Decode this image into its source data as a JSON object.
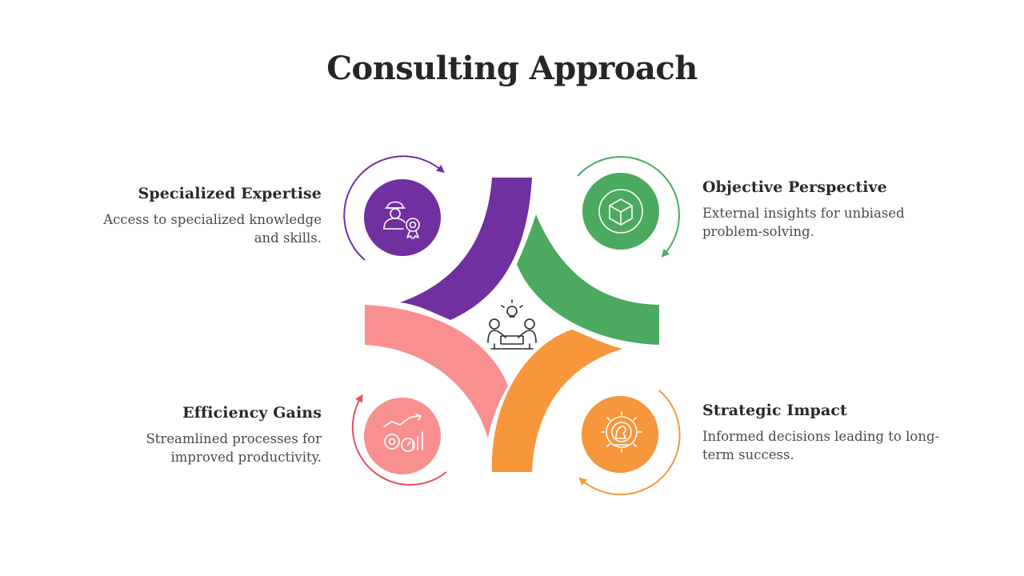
{
  "title": "Consulting Approach",
  "colors": {
    "purple": "#7030A0",
    "green": "#4CA960",
    "pink": "#F99090",
    "orange": "#F7963A",
    "arrow_red": "#E8505B"
  },
  "items": [
    {
      "title": "Specialized Expertise",
      "text": "Access to specialized knowledge and skills.",
      "icon": "engineer-gear-icon"
    },
    {
      "title": "Objective Perspective",
      "text": "External insights for unbiased problem-solving.",
      "icon": "cube-icon"
    },
    {
      "title": "Efficiency Gains",
      "text": "Streamlined processes for improved productivity.",
      "icon": "growth-gears-icon"
    },
    {
      "title": "Strategic Impact",
      "text": "Informed decisions leading to long-term success.",
      "icon": "chess-gear-icon"
    }
  ],
  "center_icon": "meeting-idea-icon"
}
